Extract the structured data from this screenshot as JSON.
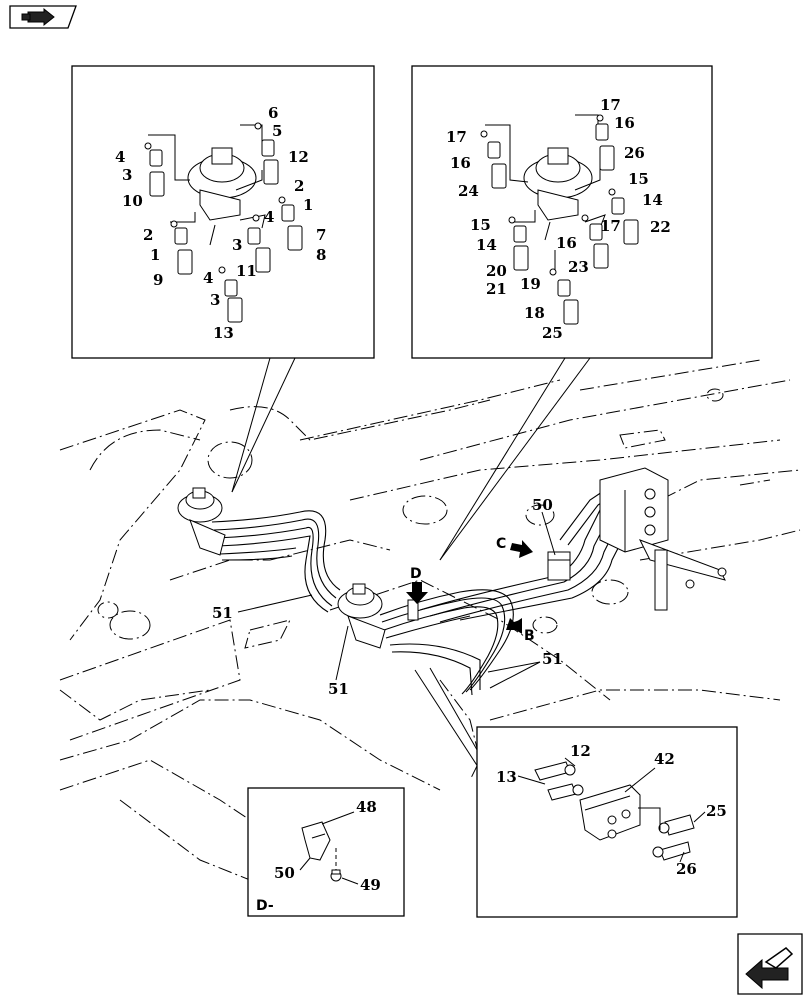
{
  "labels": {
    "top_left_inset": [
      {
        "id": "c6",
        "text": "6"
      },
      {
        "id": "c5",
        "text": "5"
      },
      {
        "id": "c4a",
        "text": "4"
      },
      {
        "id": "c3a",
        "text": "3"
      },
      {
        "id": "c12",
        "text": "12"
      },
      {
        "id": "c10",
        "text": "10"
      },
      {
        "id": "c2a",
        "text": "2"
      },
      {
        "id": "c1a",
        "text": "1"
      },
      {
        "id": "c4b",
        "text": "4"
      },
      {
        "id": "c2b",
        "text": "2"
      },
      {
        "id": "c1b",
        "text": "1"
      },
      {
        "id": "c3b",
        "text": "3"
      },
      {
        "id": "c7",
        "text": "7"
      },
      {
        "id": "c8",
        "text": "8"
      },
      {
        "id": "c9",
        "text": "9"
      },
      {
        "id": "c11",
        "text": "11"
      },
      {
        "id": "c4c",
        "text": "4"
      },
      {
        "id": "c3c",
        "text": "3"
      },
      {
        "id": "c13",
        "text": "13"
      }
    ],
    "top_right_inset": [
      {
        "id": "r17a",
        "text": "17"
      },
      {
        "id": "r16a",
        "text": "16"
      },
      {
        "id": "r17b",
        "text": "17"
      },
      {
        "id": "r16b",
        "text": "16"
      },
      {
        "id": "r26",
        "text": "26"
      },
      {
        "id": "r24",
        "text": "24"
      },
      {
        "id": "r15a",
        "text": "15"
      },
      {
        "id": "r14a",
        "text": "14"
      },
      {
        "id": "r15b",
        "text": "15"
      },
      {
        "id": "r17c",
        "text": "17"
      },
      {
        "id": "r22",
        "text": "22"
      },
      {
        "id": "r14b",
        "text": "14"
      },
      {
        "id": "r16c",
        "text": "16"
      },
      {
        "id": "r23",
        "text": "23"
      },
      {
        "id": "r20",
        "text": "20"
      },
      {
        "id": "r21",
        "text": "21"
      },
      {
        "id": "r19",
        "text": "19"
      },
      {
        "id": "r18",
        "text": "18"
      },
      {
        "id": "r25",
        "text": "25"
      }
    ],
    "main": [
      {
        "id": "m50",
        "text": "50"
      },
      {
        "id": "mC",
        "text": "C"
      },
      {
        "id": "mD",
        "text": "D"
      },
      {
        "id": "m51a",
        "text": "51"
      },
      {
        "id": "mB",
        "text": "B"
      },
      {
        "id": "m51b",
        "text": "51"
      },
      {
        "id": "m51c",
        "text": "51"
      }
    ],
    "bottom_right_inset": [
      {
        "id": "b12",
        "text": "12"
      },
      {
        "id": "b42",
        "text": "42"
      },
      {
        "id": "b13",
        "text": "13"
      },
      {
        "id": "b25",
        "text": "25"
      },
      {
        "id": "b26",
        "text": "26"
      }
    ],
    "detail_d": [
      {
        "id": "d48",
        "text": "48"
      },
      {
        "id": "d50",
        "text": "50"
      },
      {
        "id": "d49",
        "text": "49"
      },
      {
        "id": "dD",
        "text": "D-"
      }
    ]
  },
  "icons": {
    "top_left": "book-arrow-icon",
    "bottom_right": "next-page-arrow-icon"
  }
}
